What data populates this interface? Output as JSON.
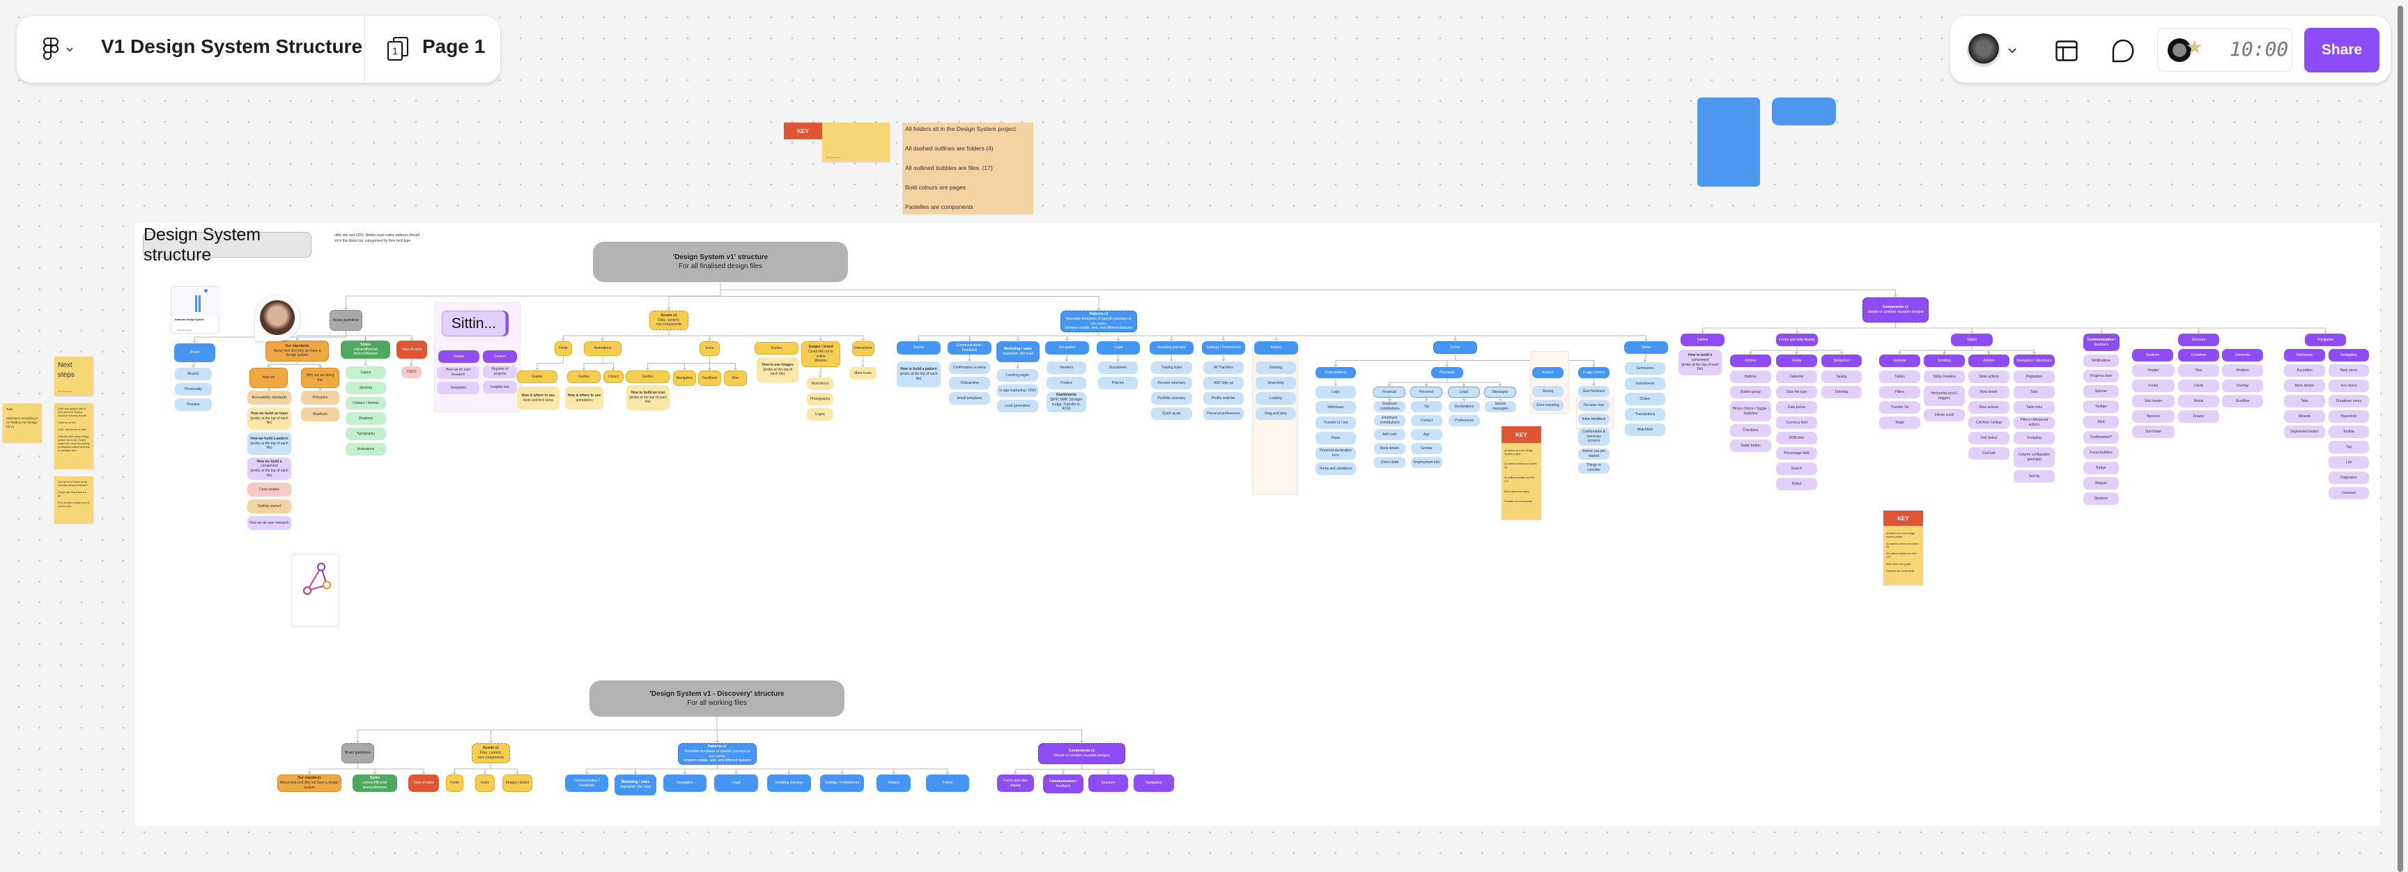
{
  "toolbar": {
    "file_title": "V1 Design System Structure",
    "page_number": "1",
    "page_label": "Page 1",
    "timer": "10:00",
    "share_label": "Share",
    "accent_color": "#8c4cf5"
  },
  "key": {
    "label": "KEY",
    "sticky_author": "Nick Tomlinson",
    "notes": [
      "All folders sit in the Design System project",
      "All dashed outlines are folders (4)",
      "All outlined bubbles are files. (17)",
      "Bold colours are pages",
      "Pastelles are components"
    ]
  },
  "stickies": {
    "next_steps": "Next steps",
    "task": "Task\n\nrepresent everything in UI Toolbox into Design Kit v1",
    "dave": "Dave was going to talk to Dom about UI Toolbox structure mirroring this file\n\nCatch up on this\n\nIf yes, how do we do this?\n\nDoes this then mean Design system sits in the 'Secret' project Dev have for working on Business critical stuff and is managed via it",
    "kaizen": "Can we do a Kaizen every Tuesday during christmas?\n\nCheck with Tina if this is a go\n\nIf so, should I create a pot of icons on jira",
    "author": "Nick Tomlinson"
  },
  "board": {
    "title": "Design System structure",
    "note": "ublic site and CRO, Mobile react native patterns should\nsit in this libary too, categorised by their tech type",
    "sitting_label": "Sittin...",
    "atlassian_card": {
      "title": "Atlassian Design System",
      "link": "atlassian.design"
    },
    "nodes": {
      "dsv1": "'Design System v1' structure\nFor all finalised design files",
      "brandGuide": "Brand guidelines",
      "assets": "Assets v1\nFiles, content,\nnon-components",
      "patterns": "Patterns v1\nReusable templates of specific journeys or use-cases,\nbetween mobile, web, and different features",
      "components": "Components v1\nSimple or complex reusable designs",
      "brand": "Brand",
      "ourStandards": "Our standards\nAbout how and why we have a design system",
      "styles": "Styles\nonline/offline/all devices/themes",
      "tone": "Tone of voice",
      "howWe": "How we",
      "whyWe": "Why are we doing this",
      "sGuides": "Guides",
      "sContent": "Content",
      "fonts": "Fonts",
      "animations": "Animations",
      "icons": "Icons",
      "aGuides": "Guides",
      "images": "Images / brand\nCould link out to online\nlibraries",
      "interactions": "Interactions",
      "fontsGuides": "Guides",
      "animGuides": "Guides",
      "library": "Library",
      "iconGuides": "Guides",
      "iconNav": "Navigation",
      "iconFeedback": "Feedback",
      "iconMisc": "Misc",
      "fontsHow": "How & where to use\nfonts and font sizes",
      "animHow": "How & where to use\nanimations",
      "iconHow": "How to build an icon\n(probs at the top of each file)",
      "imgHow": "How to use images\n(probs at the top of each file)",
      "pGuides": "Guides",
      "pGuidesHow": "How to build a pattern\n(probs at the top of each file)",
      "pComm": "Communication / Feedback",
      "pMarketing": "Marketing / sales\n'aspiration' (for now)",
      "pNav": "Navigation",
      "pLegal": "Legal",
      "pInvest": "Investing journeys",
      "pSettings": "Settings / Preferences",
      "pActions": "Actions",
      "forms": "Forms",
      "fFrom": "From patterns",
      "fPersonals": "Personals",
      "fFinancial": "Financial",
      "fPersonal": "Personal",
      "fLegal": "Legal",
      "fMessages": "Messages",
      "fActions": "Actions",
      "fComms": "In-app comms",
      "tables": "Tables",
      "cGuides": "Guides",
      "cGuidesHow": "How to build a component\n(probs at the top of each file)",
      "cForms": "Forms and data display",
      "cActions": "Actions",
      "cFields": "Fields",
      "cBehaviour": "Behaviour",
      "cTables": "Tables",
      "cGeneral": "General",
      "cScrolling": "Scrolling",
      "cTActions": "Actions",
      "cTNav": "Navigation / disclosure",
      "cComm": "Communication /\nfeedback",
      "cStructure": "Structure",
      "cSections": "Sections",
      "cContainer": "Container",
      "cElements": "Elements",
      "cNav": "Navigation",
      "cDisclosure": "Disclosure",
      "cNavigation": "Navigation",
      "disc": "'Design System v1 - Discovery' structure\nFor all working files",
      "dBrand": "Brand guidelines",
      "dAssets": "Assets v1\nFiles, content,\nnon-components",
      "dPatterns": "Patterns v1\nReusable templates of specific journeys or use-cases,\nbetween mobile, web, and different features",
      "dComponents": "Components v1\nSimple or complex reusable designs",
      "dOur": "Our standards\nAbout how and why we have a design system",
      "dStyles": "Styles\nonline/offline/all devices/themes",
      "dTone": "Tone of voice",
      "dFonts": "Fonts",
      "dIcons": "Icons",
      "dImages": "Images / brand",
      "dComm": "Communication / Feedback",
      "dMarketing": "Marketing / sales\n'aspiration' (for now)",
      "dNav": "Navigation",
      "dLegal": "Legal",
      "dInvest": "Investing journeys",
      "dSettings": "Settings / Preferences",
      "dActions": "Actions",
      "dForms": "Forms",
      "dcForms": "Forms and data display",
      "dcComm": "Communication /\nfeedback",
      "dcStructure": "Structure",
      "dcNav": "Navigation"
    },
    "lists": {
      "brandList": [
        "Mission",
        "Personality",
        "Promise"
      ],
      "howWeList": [
        "Accessibility standards",
        "How we build on toast\n(probs at the top of each file)",
        "How we build a pattern\n(probs at the top of each file)",
        "How we build a component\n(probs at the top of each file)",
        "Case studies",
        "Getting started",
        "How we do user research"
      ],
      "whyList": [
        "Principles",
        "Manifesto"
      ],
      "stylesList": [
        "Layout",
        "Spacing",
        "Colours / themes",
        "Shadows",
        "Typography",
        "Animations"
      ],
      "toneList": [
        "TODO"
      ],
      "sGuidesList": [
        "How we do user research",
        "Templates"
      ],
      "sContentList": [
        "Register of projects",
        "Insights hub"
      ],
      "imagesList": [
        "Illustrations",
        "Photography",
        "Logos"
      ],
      "interactionsList": [
        "Meta Icons"
      ],
      "pCommList": [
        "Confirmation screens",
        "Onboarding",
        "Email templates"
      ],
      "pMarketingList": [
        "Landing pages",
        "In app marketing / CRO",
        "Lead generation"
      ],
      "pNavList": [
        "Headers",
        "Footers",
        "Dashboards\n(BPP, NMP, Stronger nudge, Transfer in, ACR)"
      ],
      "pLegalList": [
        "Disclaimers",
        "Policies"
      ],
      "pInvestList": [
        "Trading ticket",
        "Account summary",
        "Portfolio summary",
        "Quick quote"
      ],
      "pSettingsList": [
        "All Transfers",
        "ASP Sign up",
        "Profile switcher",
        "Personal preferences"
      ],
      "pActionsList": [
        "Deleting",
        "Searching",
        "Loading",
        "Drag and drop"
      ],
      "fFromList": [
        "Login",
        "Withdraws",
        "Transfer in / out",
        "Paper",
        "Financial declaration form",
        "Terms and conditions"
      ],
      "fFinancialList": [
        "Employer contributions",
        "Employee contributions",
        "Add cash",
        "Bank details",
        "Direct debit"
      ],
      "fPersonalList": [
        "Tax",
        "Contact",
        "Age",
        "Gender",
        "Employment info"
      ],
      "fLegalList": [
        "Declarations",
        "Preferences"
      ],
      "fMessagesList": [
        "Secure messages"
      ],
      "fActionsList": [
        "Saving",
        "Error reporting"
      ],
      "fCommsList": [
        "Give feedback",
        "Decision tree",
        "Inline feedback",
        "Confirmation & summary screens",
        "Before you get started",
        "Things to consider"
      ],
      "tablesList": [
        "Summaries",
        "Investments",
        "Orders",
        "Transactions",
        "Watchlists"
      ],
      "cActionsList": [
        "Buttons",
        "Button group",
        "Binary choice / Toggle / Switches",
        "Checkbox",
        "Radio button"
      ],
      "cFieldsList": [
        "Calendar",
        "Data fee type",
        "Date picker",
        "Currency field",
        "DOB field",
        "Percentage field",
        "Search",
        "Select"
      ],
      "cBehaviourList": [
        "Saving",
        "Deleting"
      ],
      "cGeneralList": [
        "Tables",
        "Filters",
        "Transfer list",
        "Totals"
      ],
      "cScrollingList": [
        "Sticky headers",
        "Horizontal scroll / triggers",
        "Infinite scroll"
      ],
      "cTActionsList": [
        "Table actions",
        "Row delete",
        "Row actions",
        "Cell first / lookup",
        "Cell Select",
        "Cell Edit"
      ],
      "cTNavList": [
        "Pagination",
        "Tabs",
        "Table links",
        "Filters / Advanced actions",
        "Grouping",
        "Column configurator (pin/hide)",
        "Sort by"
      ],
      "cCommList": [
        "Notifications",
        "Progress bars",
        "Spinner",
        "Tooltips",
        "Alert",
        "Confirmation?",
        "Focus bubbles",
        "Badge",
        "Stepper",
        "Skeleton"
      ],
      "cSectionsList": [
        "Header",
        "Footer",
        "Sub header",
        "Banners",
        "Sub footer"
      ],
      "cContainerList": [
        "Tiles",
        "Cards",
        "Modal",
        "Drawer"
      ],
      "cElementsList": [
        "Dividers",
        "Overlay",
        "Scrollbar"
      ],
      "cDisclosureList": [
        "Accordion",
        "More details",
        "Tabs",
        "Wizards",
        "Segmented button"
      ],
      "cNavigationList": [
        "Main menu",
        "Icon menu",
        "Dropdown menu",
        "Hyperlinks",
        "Toolbar",
        "Tag",
        "List",
        "Pagination",
        "Carousel"
      ]
    }
  }
}
